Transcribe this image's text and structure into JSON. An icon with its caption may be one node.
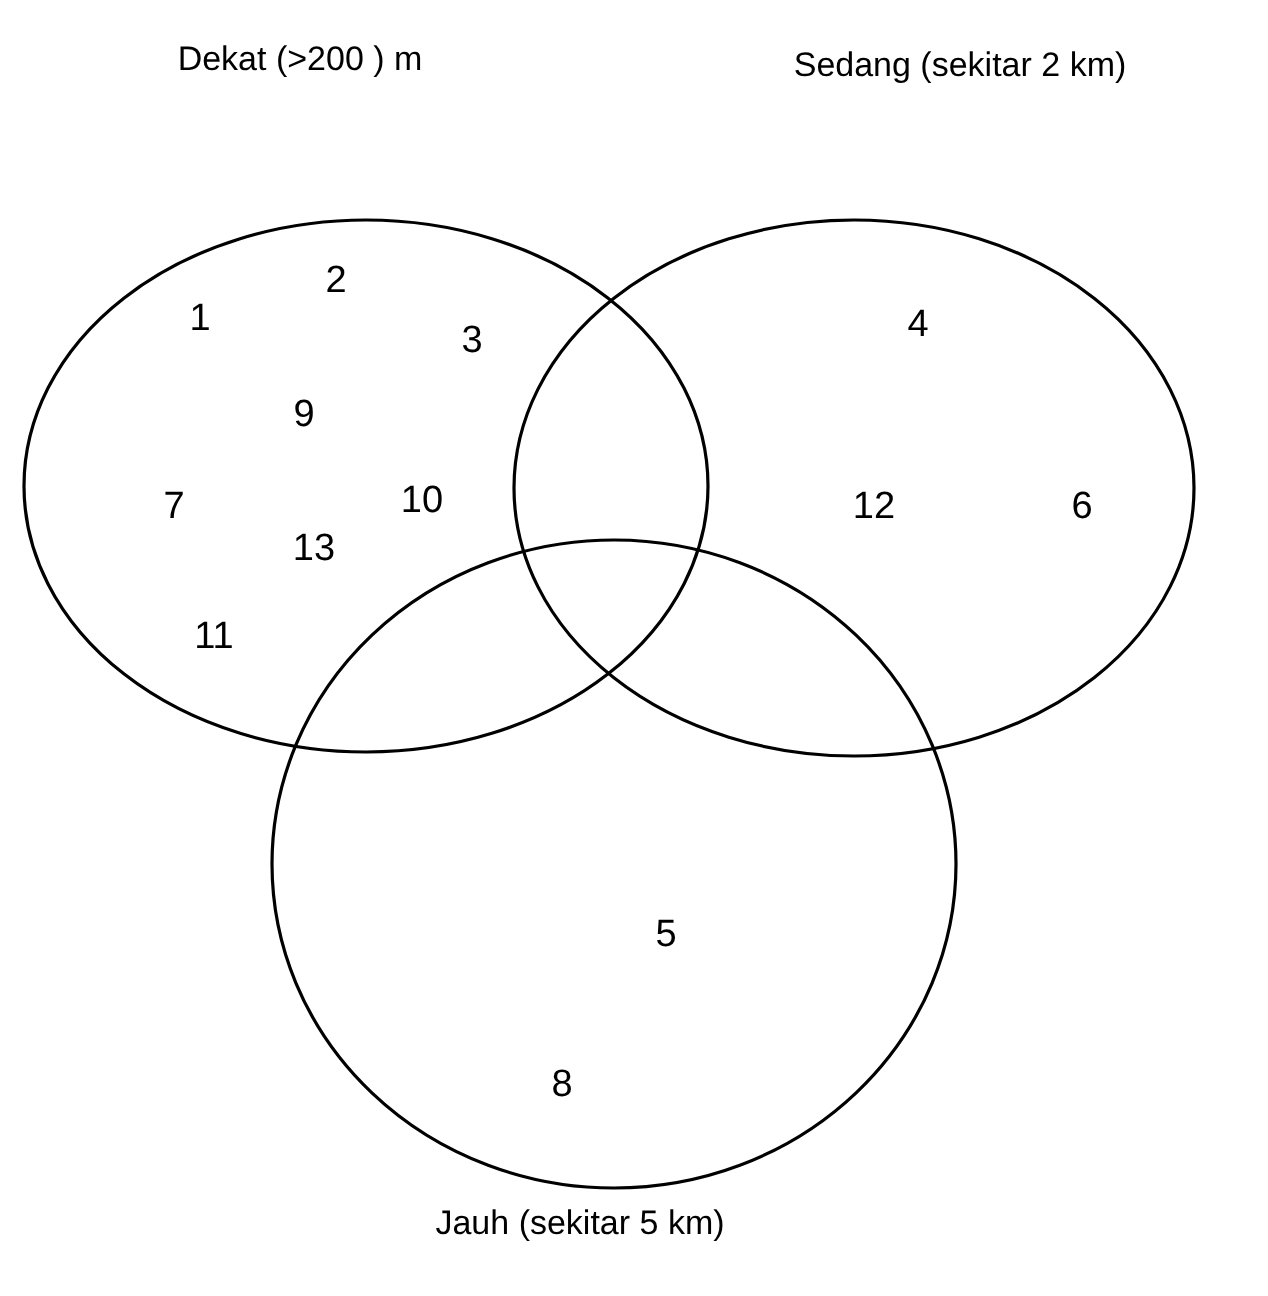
{
  "diagram": {
    "nodes": [
      {
        "text": [
          "Dekat (>200 ) m"
        ]
      },
      {
        "text": [
          "Sedang (sekitar 2 km)"
        ]
      },
      {
        "text": [
          "Jauh (sekitar 5 km)"
        ]
      }
    ],
    "labels": [
      "2",
      "1",
      "4",
      "3",
      "9",
      "7",
      "10",
      "12",
      "6",
      "13",
      "11",
      "5",
      "8"
    ]
  }
}
